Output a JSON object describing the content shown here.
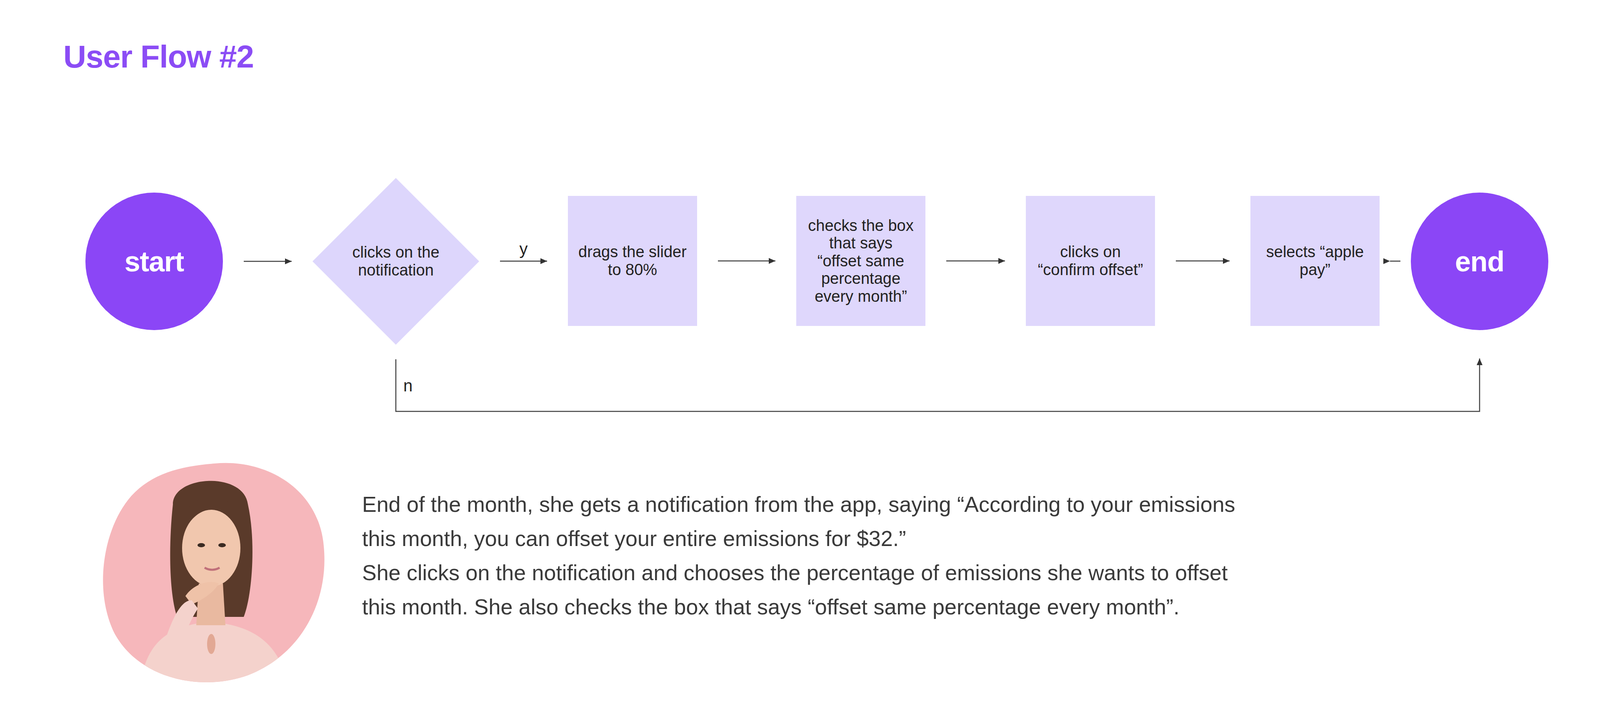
{
  "diagram": {
    "title": "User Flow #2",
    "nodes": [
      {
        "text": [
          "start"
        ]
      },
      {
        "text": [
          "clicks on the notification"
        ]
      },
      {
        "text": [
          "drags the slider to 80%"
        ]
      },
      {
        "text": [
          "checks the box that says “offset same percentage every month”"
        ]
      },
      {
        "text": [
          "clicks on “confirm offset”"
        ]
      },
      {
        "text": [
          "selects “apple pay”"
        ]
      },
      {
        "text": [
          "end"
        ]
      }
    ],
    "edges": [
      {
        "from": 0,
        "to": 1,
        "arrow": "to"
      },
      {
        "from": 1,
        "to": 2,
        "label": "y",
        "arrow": "to"
      },
      {
        "from": 2,
        "to": 3,
        "arrow": "to"
      },
      {
        "from": 3,
        "to": 4,
        "arrow": "to"
      },
      {
        "from": 4,
        "to": 5,
        "arrow": "to"
      },
      {
        "from": 5,
        "to": 6,
        "arrow": "to"
      },
      {
        "from": 1,
        "to": 6,
        "label": "n",
        "arrow": "to"
      }
    ],
    "labels": [
      "End of the month, she gets a notification from the app, saying “According to your emissions this month, you can offset your entire emissions for $32.”",
      "She clicks on the notification and chooses the percentage of emissions she wants to offset this month. She also checks the box that says “offset same percentage every month”."
    ]
  }
}
